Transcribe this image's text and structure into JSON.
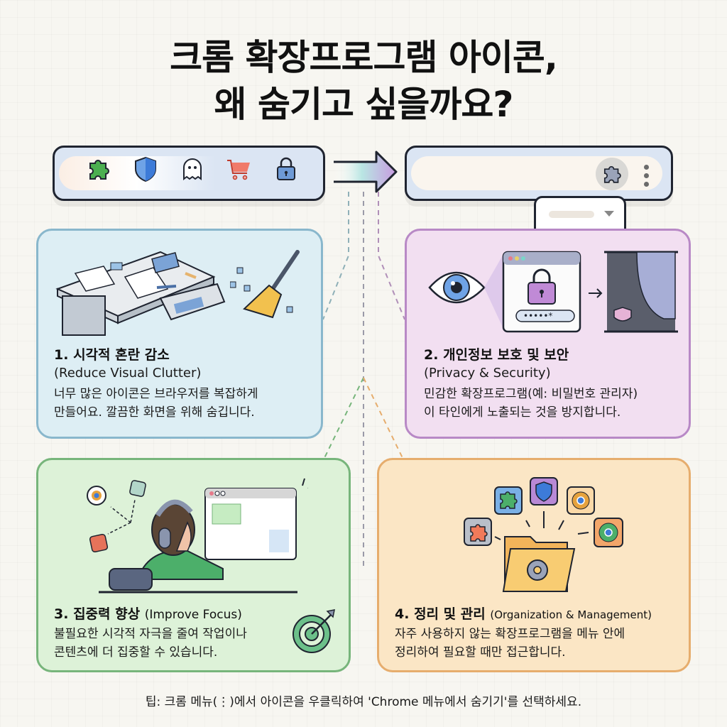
{
  "title": {
    "line1": "크롬 확장프로그램 아이콘,",
    "line2": "왜 숨기고 싶을까요?"
  },
  "toolbar_before": {
    "icons": [
      "puzzle-icon",
      "shield-icon",
      "ghost-icon",
      "cart-icon",
      "lock-icon"
    ],
    "colors": {
      "puzzle": "#4caf50",
      "shield": "#3d7bd8",
      "cart": "#f07a6a",
      "lock": "#6e9ad6"
    }
  },
  "toolbar_after": {
    "icons": [
      "puzzle-icon",
      "kebab-menu-icon"
    ],
    "puzzle_color": "#9aa3b8"
  },
  "cards": [
    {
      "number": "1.",
      "title_ko": "시각적 혼란 감소",
      "title_en": "(Reduce Visual Clutter)",
      "desc_line1": "너무 많은 아이콘은 브라우저를 복잡하게",
      "desc_line2": "만들어요. 깔끔한 화면을 위해 숨깁니다.",
      "color": "#ddeef4",
      "illustration": [
        "messy-desk-icon",
        "broom-icon"
      ]
    },
    {
      "number": "2.",
      "title_ko": "개인정보 보호 및 보안",
      "title_en": "(Privacy & Security)",
      "desc_line1": "민감한 확장프로그램(예: 비밀번호 관리자)",
      "desc_line2": "이 타인에게 노출되는 것을 방지합니다.",
      "color": "#f2dff1",
      "illustration": [
        "eye-icon",
        "password-window-icon",
        "curtain-icon"
      ],
      "password_mask": "•••••*"
    },
    {
      "number": "3.",
      "title_ko": "집중력 향상",
      "title_en": "(Improve Focus)",
      "desc_line1": "불필요한 시각적 자극을 줄여 작업이나",
      "desc_line2": "콘텐츠에 더 집중할 수 있습니다.",
      "color": "#ddf2d8",
      "illustration": [
        "person-at-computer-icon",
        "target-icon"
      ]
    },
    {
      "number": "4.",
      "title_ko": "정리 및 관리",
      "title_en": "(Organization & Management)",
      "desc_line1": "자주 사용하지 않는 확장프로그램을 메뉴 안에",
      "desc_line2": "정리하여 필요할 때만 접근합니다.",
      "color": "#fbe6c5",
      "illustration": [
        "folder-gear-icon",
        "puzzle-icon",
        "shield-icon",
        "chrome-icon"
      ]
    }
  ],
  "tip": "팁: 크롬 메뉴(⋮)에서 아이콘을 우클릭하여 'Chrome 메뉴에서 숨기기'를 선택하세요."
}
